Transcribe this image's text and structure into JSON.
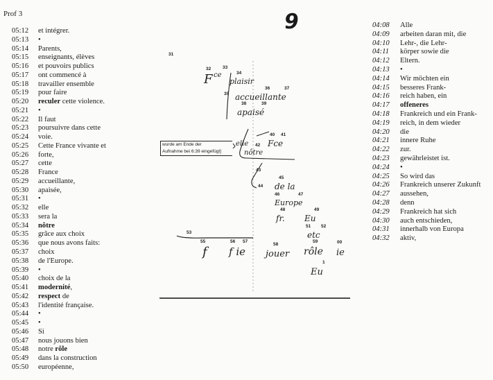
{
  "header": {
    "title": "Prof 3",
    "page_number": "9"
  },
  "left_column": [
    {
      "time": "05:12",
      "text": "et intégrer."
    },
    {
      "time": "05:13",
      "text": "•"
    },
    {
      "time": "05:14",
      "text": "Parents,"
    },
    {
      "time": "05:15",
      "text": "enseignants, élèves"
    },
    {
      "time": "05:16",
      "text": "et pouvoirs publics"
    },
    {
      "time": "05:17",
      "text": "ont commencé à"
    },
    {
      "time": "05:18",
      "text": "travailler ensemble"
    },
    {
      "time": "05:19",
      "text": "pour faire"
    },
    {
      "time": "05:20",
      "bold": "reculer",
      "text": " cette violence."
    },
    {
      "time": "05:21",
      "text": "•"
    },
    {
      "time": "05:22",
      "text": "Il faut"
    },
    {
      "time": "05:23",
      "text": "poursuivre dans cette"
    },
    {
      "time": "05:24",
      "text": "voie."
    },
    {
      "time": "05:25",
      "text": "Cette France vivante et"
    },
    {
      "time": "05:26",
      "text": "forte,"
    },
    {
      "time": "05:27",
      "text": "cette"
    },
    {
      "time": "05:28",
      "text": "France"
    },
    {
      "time": "05:29",
      "text": "accueillante,"
    },
    {
      "time": "05:30",
      "text": "apaisée,"
    },
    {
      "time": "05:31",
      "text": "•"
    },
    {
      "time": "05:32",
      "text": "elle"
    },
    {
      "time": "05:33",
      "text": "sera la"
    },
    {
      "time": "05:34",
      "bold": "nôtre",
      "text": ""
    },
    {
      "time": "05:35",
      "text": "grâce aux choix"
    },
    {
      "time": "05:36",
      "text": "que nous avons faits:"
    },
    {
      "time": "05:37",
      "text": "choix"
    },
    {
      "time": "05:38",
      "text": "de l'Europe."
    },
    {
      "time": "05:39",
      "text": "•"
    },
    {
      "time": "05:40",
      "text": "choix de la"
    },
    {
      "time": "05:41",
      "bold": "modernité",
      "text": ","
    },
    {
      "time": "05:42",
      "bold": "respect",
      "text": " de"
    },
    {
      "time": "05:43",
      "text": "l'identité française."
    },
    {
      "time": "05:44",
      "text": "•"
    },
    {
      "time": "05:45",
      "text": "•"
    },
    {
      "time": "05:46",
      "text": "Si"
    },
    {
      "time": "05:47",
      "text": "nous jouons bien"
    },
    {
      "time": "05:48",
      "text": "notre ",
      "bold_after": "rôle"
    },
    {
      "time": "05:49",
      "text": "dans la construction"
    },
    {
      "time": "05:50",
      "text": "européenne,"
    }
  ],
  "right_column": [
    {
      "time": "04:08",
      "text": "Alle"
    },
    {
      "time": "04:09",
      "text": "arbeiten daran mit, die"
    },
    {
      "time": "04:10",
      "text": "Lehr-, die Lehr-"
    },
    {
      "time": "04:11",
      "text": "körper sowie die"
    },
    {
      "time": "04:12",
      "text": "Eltern."
    },
    {
      "time": "04:13",
      "text": "•"
    },
    {
      "time": "04:14",
      "text": "Wir möchten ein"
    },
    {
      "time": "04:15",
      "text": "besseres Frank-"
    },
    {
      "time": "04:16",
      "text": "reich haben, ein"
    },
    {
      "time": "04:17",
      "bold": "offeneres",
      "text": ""
    },
    {
      "time": "04:18",
      "text": "Frankreich und ein Frank-"
    },
    {
      "time": "04:19",
      "text": "reich, in dem wieder"
    },
    {
      "time": "04:20",
      "text": "die"
    },
    {
      "time": "04:21",
      "text": "innere Ruhe"
    },
    {
      "time": "04:22",
      "text": "zur."
    },
    {
      "time": "04:23",
      "text": "gewährleistet ist."
    },
    {
      "time": "04:24",
      "text": "•"
    },
    {
      "time": "04:25",
      "text": "So wird das"
    },
    {
      "time": "04:26",
      "text": "Frankreich unserer Zukunft"
    },
    {
      "time": "04:27",
      "text": "aussehen,"
    },
    {
      "time": "04:28",
      "text": "denn"
    },
    {
      "time": "04:29",
      "text": "Frankreich hat sich"
    },
    {
      "time": "04:30",
      "text": "auch entschieden,"
    },
    {
      "time": "04:31",
      "text": "innerhalb von Europa"
    },
    {
      "time": "04:32",
      "text": "aktiv,"
    }
  ],
  "notes": {
    "typed_note_line1": "wurde am Ende der",
    "typed_note_line2": "Aufnahme bei 6:39 eingefügt]",
    "numbers": [
      "31",
      "32",
      "33",
      "34",
      "35",
      "36",
      "37",
      "38",
      "39",
      "40",
      "41",
      "42",
      "43",
      "44",
      "45",
      "46",
      "47",
      "48",
      "49",
      "51",
      "52",
      "53",
      "55",
      "56",
      "57",
      "58",
      "59",
      "00",
      "1"
    ],
    "handwriting": [
      "F",
      "ce",
      "plaisir",
      "accueillante",
      "apaisé",
      "elle",
      "nôtre",
      "Fce",
      "de la",
      "Europe",
      "fr.",
      "Eu",
      "etc",
      "f",
      "f ie",
      "jouer",
      "rôle",
      "ie",
      "Eu"
    ]
  }
}
